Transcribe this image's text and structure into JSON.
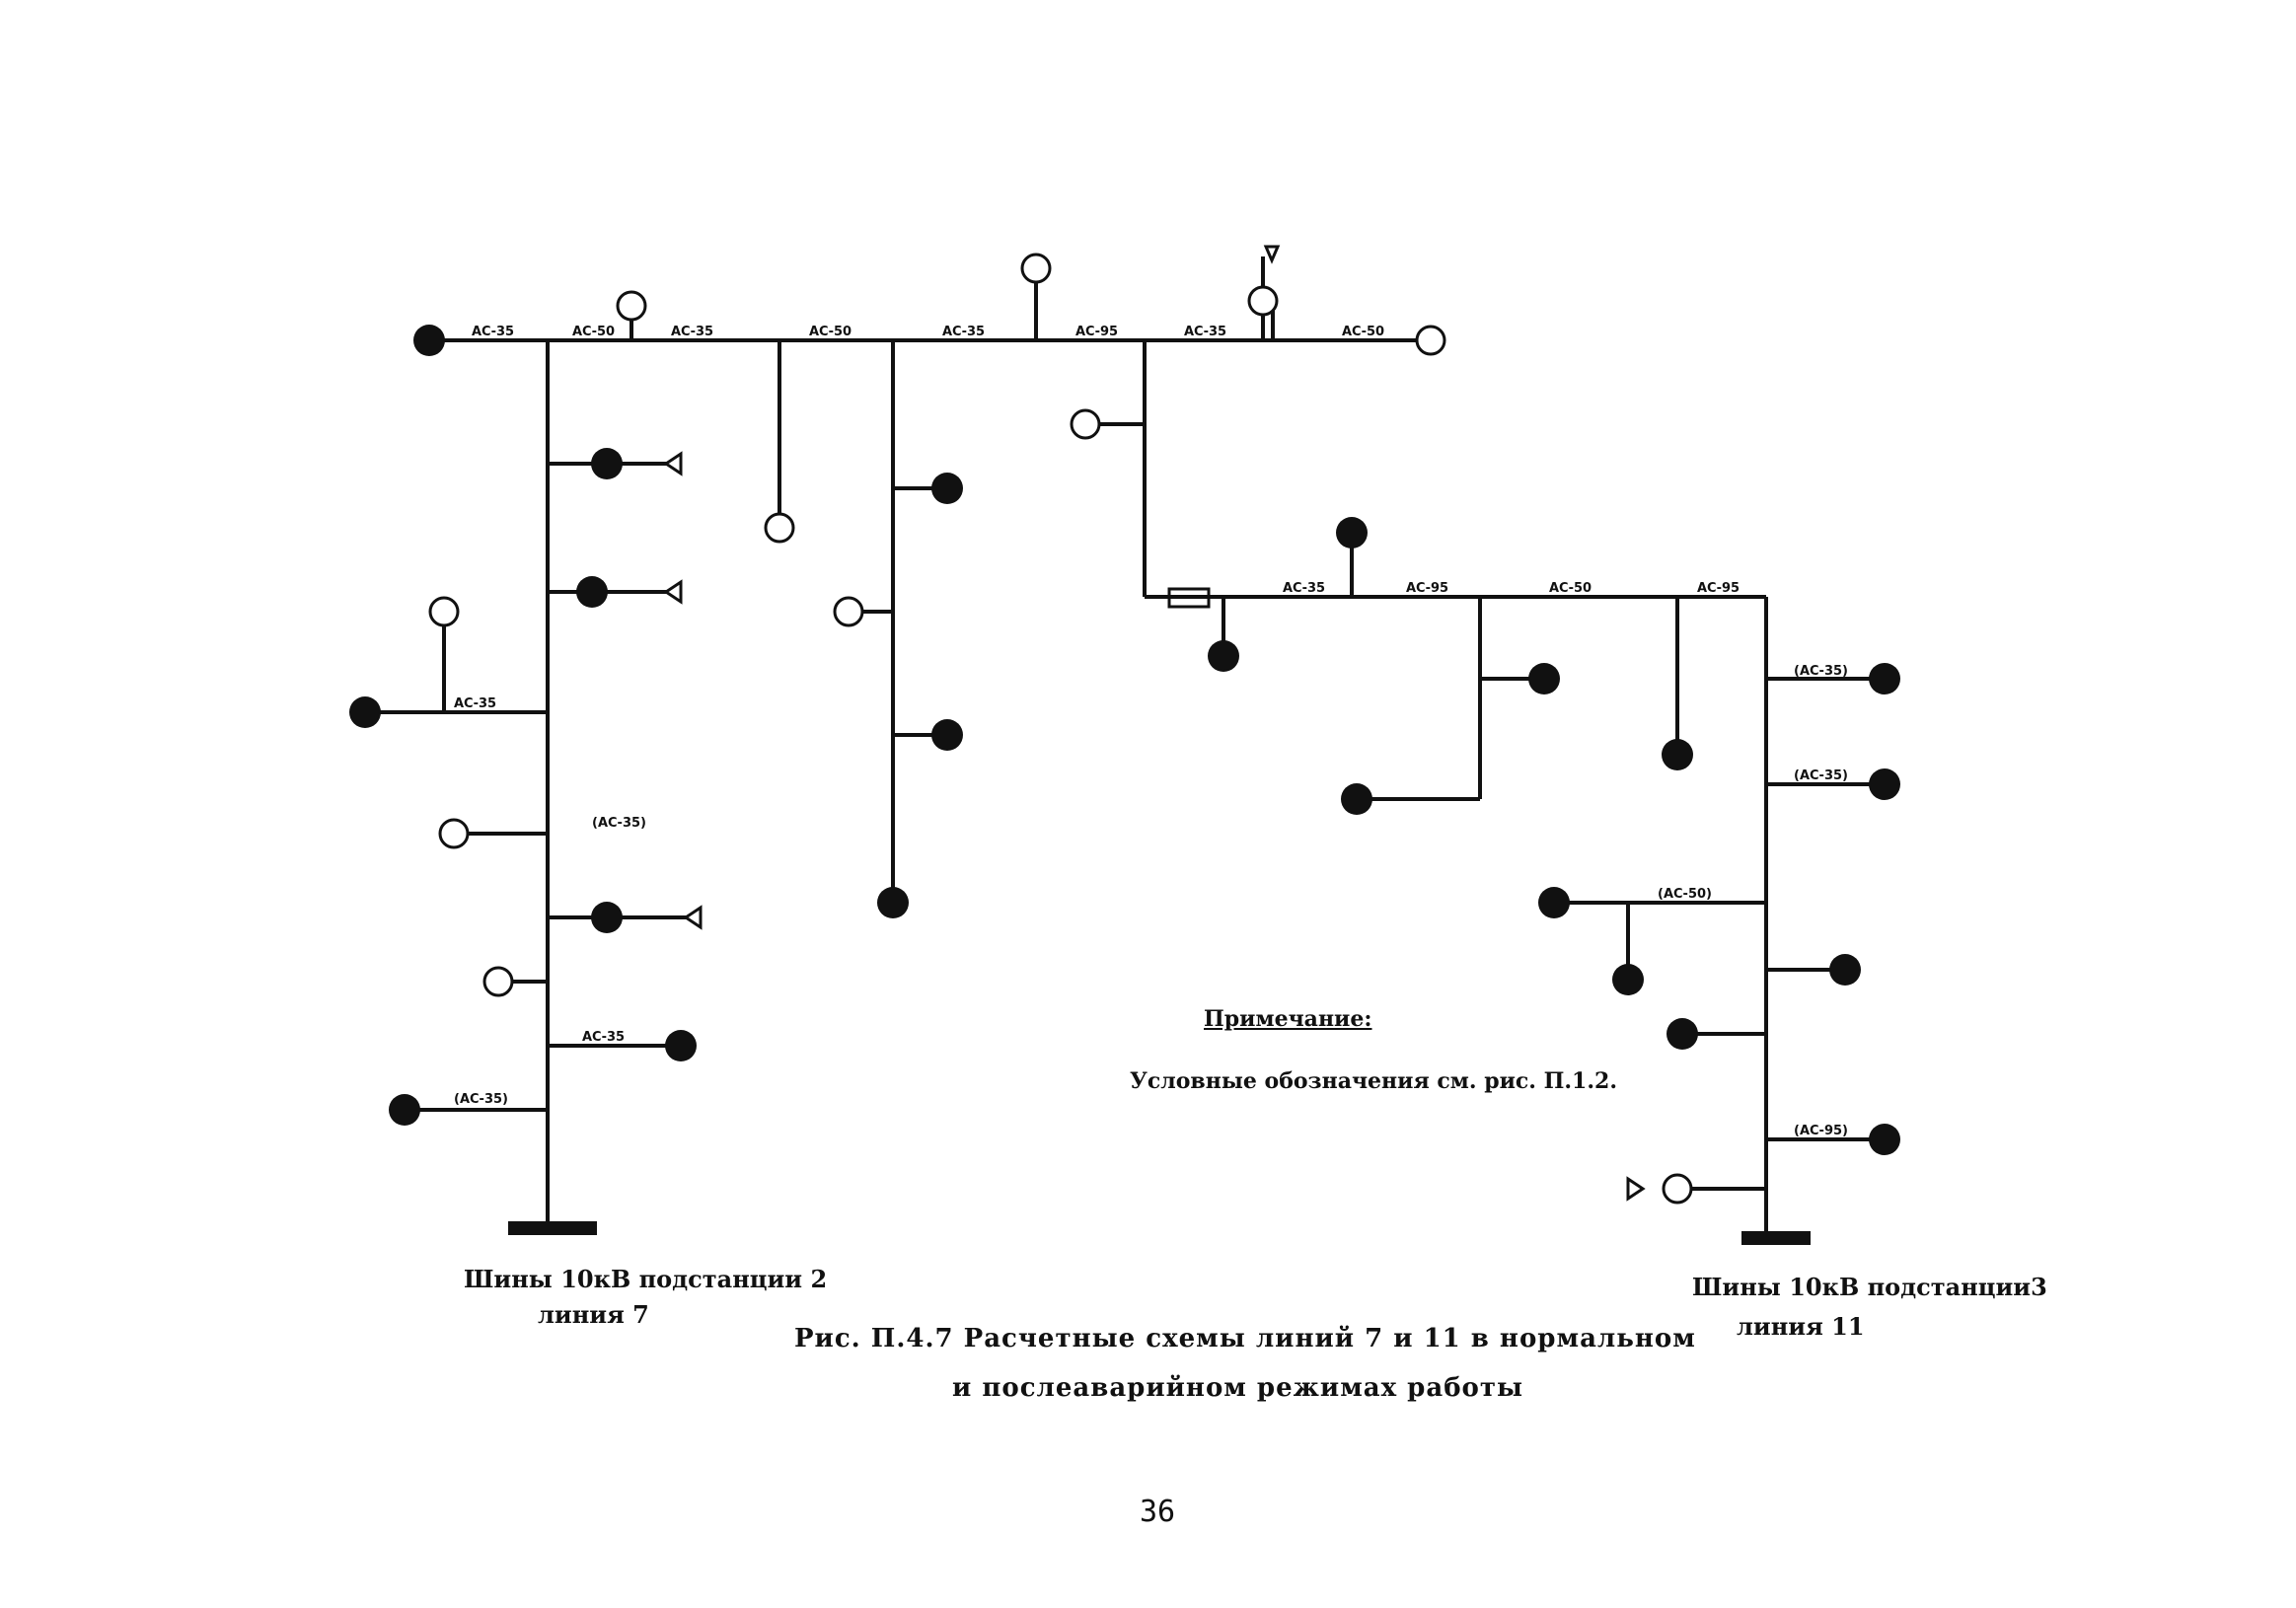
{
  "figure": {
    "caption_line1": "Рис. П.4.7    Расчетные схемы линий 7 и 11 в нормальном",
    "caption_line2": "и послеаварийном режимах работы"
  },
  "note": {
    "title": "Примечание:",
    "text": "Условные обозначения см. рис. П.1.2."
  },
  "buses": {
    "left_line1": "Шины 10кВ подстанции 2",
    "left_line2": "линия 7",
    "right_line1": "Шины 10кВ подстанции3",
    "right_line2": "линия 11"
  },
  "page_number": "36",
  "segment_labels": [
    "АС-35",
    "АС-50",
    "АС-95",
    "(АС-35)",
    "(АС-50)",
    "(АС-95)"
  ],
  "icons": {
    "loaded_node": "filled-circle-icon",
    "unloaded_node": "open-circle-icon",
    "generator": "triangle-icon",
    "bus": "busbar-icon"
  },
  "colors": {
    "ink": "#111111",
    "paper": "#ffffff"
  }
}
